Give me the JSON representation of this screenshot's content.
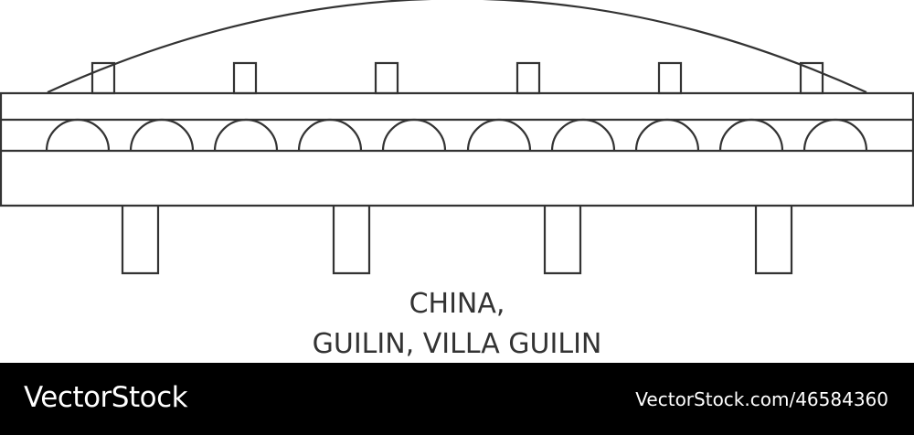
{
  "caption": {
    "line1": "CHINA,",
    "line2": "GUILIN, VILLA GUILIN"
  },
  "footer": {
    "brand": "VectorStock",
    "image_id": "VectorStock.com/46584360"
  },
  "colors": {
    "stroke": "#333333",
    "footer_bg": "#000000",
    "footer_text": "#ffffff"
  },
  "icons": [
    "bridge-icon"
  ]
}
